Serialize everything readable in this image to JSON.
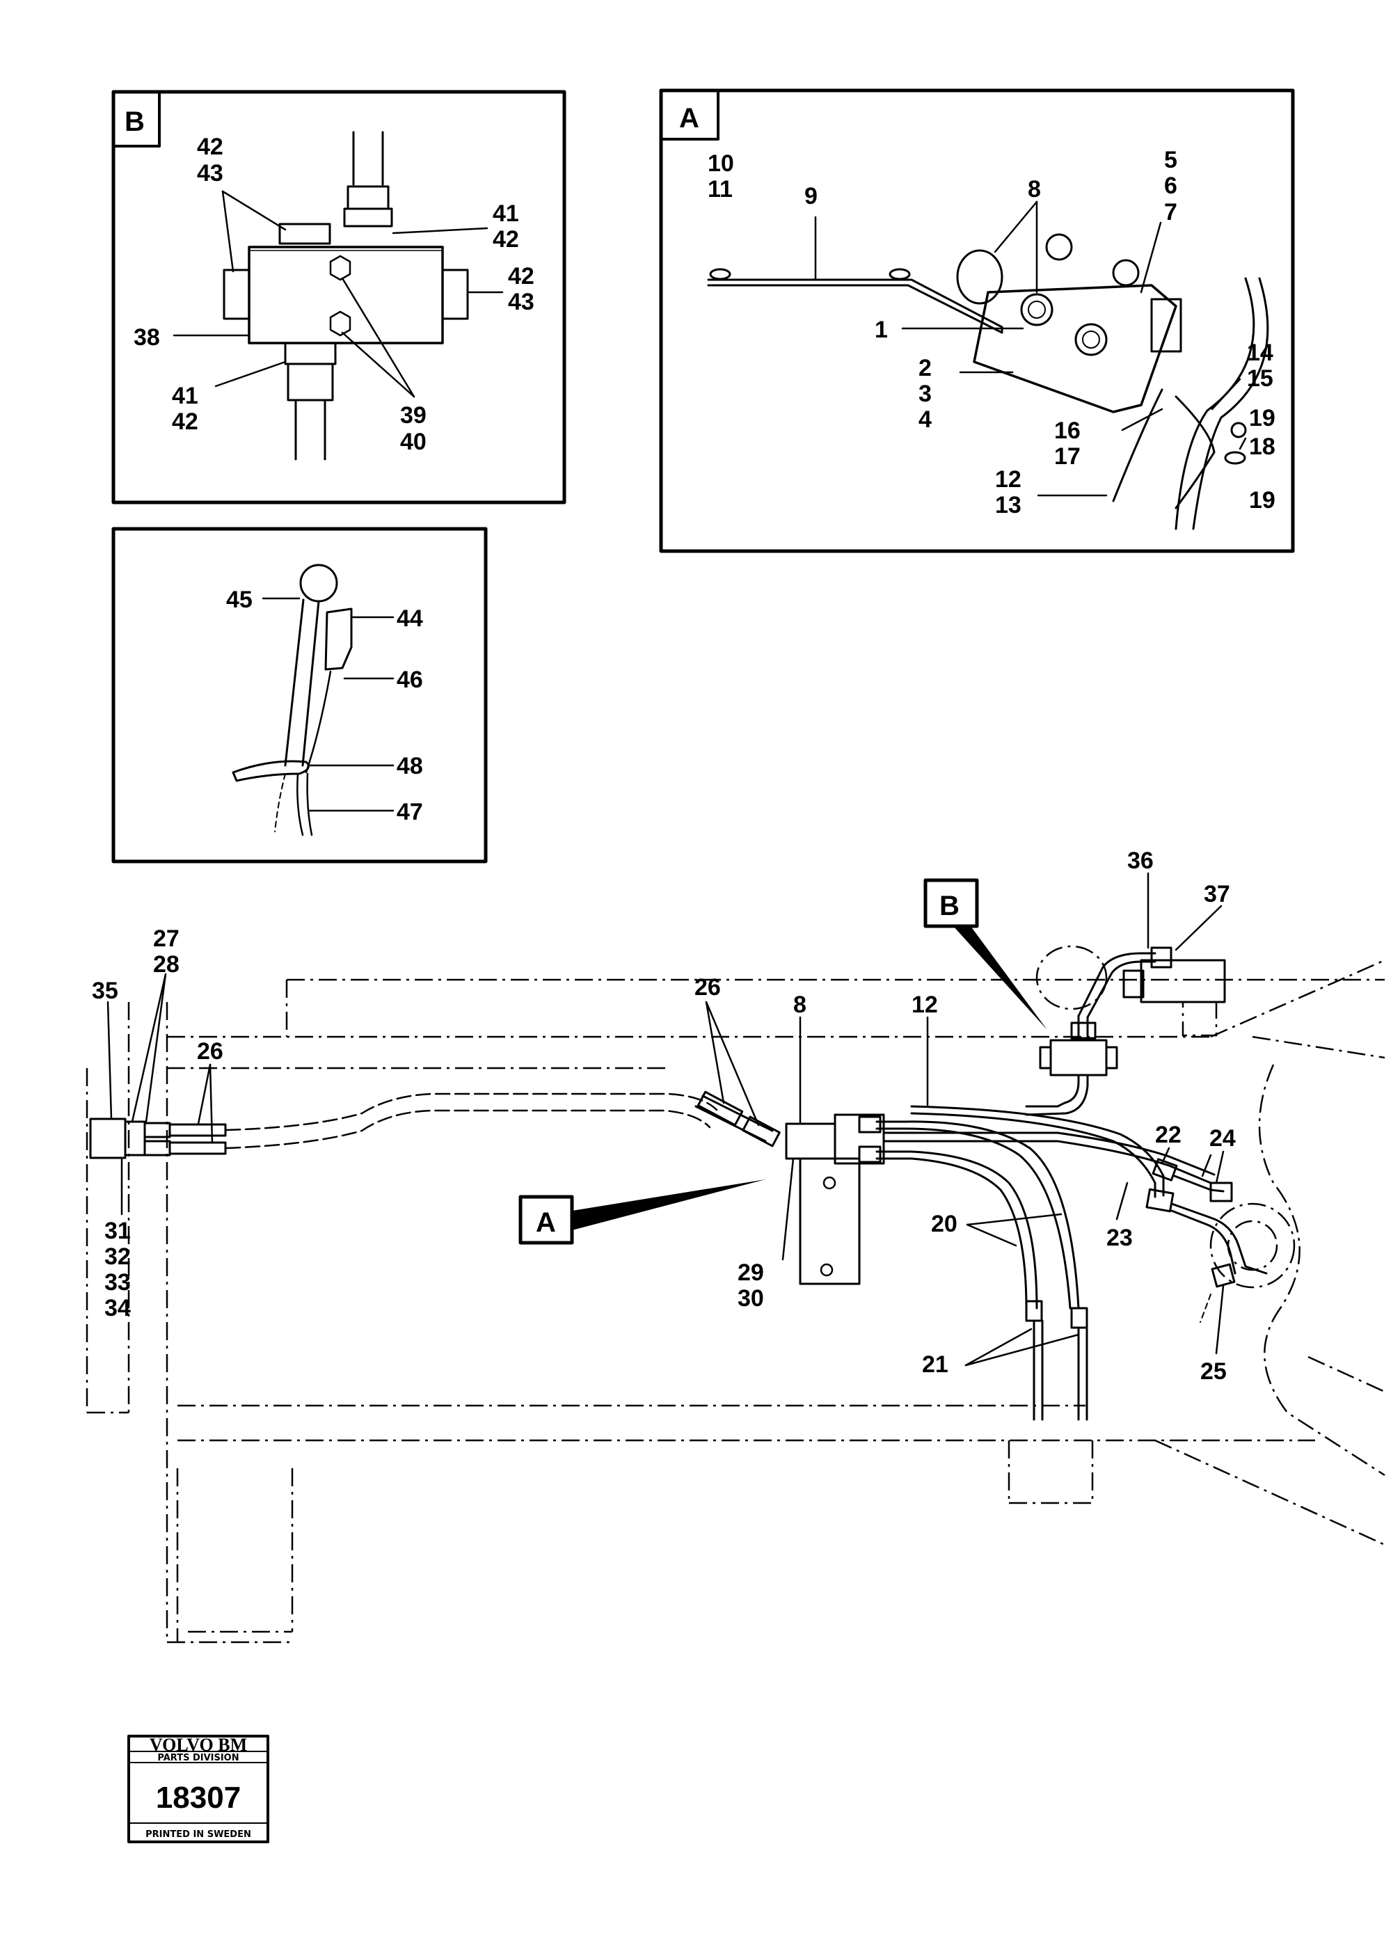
{
  "detail_b": {
    "tag": "B",
    "labels": [
      "42",
      "43",
      "41",
      "42",
      "42",
      "43",
      "38",
      "41",
      "42",
      "39",
      "40"
    ]
  },
  "detail_a": {
    "tag": "A",
    "labels": [
      "10",
      "11",
      "9",
      "8",
      "5",
      "6",
      "7",
      "1",
      "2",
      "3",
      "4",
      "14",
      "15",
      "19",
      "16",
      "17",
      "18",
      "12",
      "13",
      "19"
    ]
  },
  "detail_c": {
    "labels": [
      "45",
      "44",
      "46",
      "48",
      "47"
    ]
  },
  "main": {
    "callout_a": "A",
    "callout_b": "B",
    "labels": [
      "36",
      "37",
      "27",
      "28",
      "35",
      "26",
      "26",
      "8",
      "12",
      "22",
      "24",
      "20",
      "23",
      "29",
      "30",
      "31",
      "32",
      "33",
      "34",
      "21",
      "25"
    ]
  },
  "logo": {
    "brand": "VOLVO BM",
    "division": "PARTS DIVISION",
    "number": "18307",
    "printed": "PRINTED IN SWEDEN"
  }
}
